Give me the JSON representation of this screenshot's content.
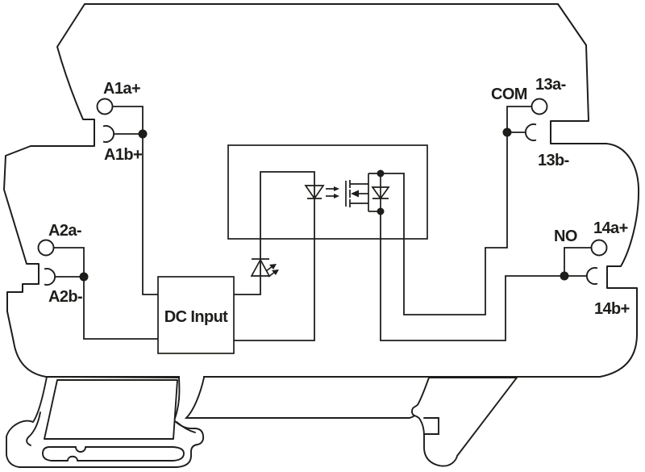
{
  "colors": {
    "line": "#1d1d1b",
    "background": "#ffffff"
  },
  "labels": {
    "a1a": "A1a+",
    "a1b": "A1b+",
    "a2a": "A2a-",
    "a2b": "A2b-",
    "com": "COM",
    "c13a": "13a-",
    "c13b": "13b-",
    "no": "NO",
    "c14a": "14a+",
    "c14b": "14b+",
    "dc_input": "DC Input"
  },
  "symbols": {
    "input_block": "dc-input-block",
    "indicator": "indicator-led-icon",
    "opto_emitter": "optocoupler-led-icon",
    "opto_output": "photovoltaic-mosfet-icon",
    "body_diode": "body-diode-icon",
    "housing": "din-rail-terminal-housing",
    "foot": "din-rail-foot"
  }
}
